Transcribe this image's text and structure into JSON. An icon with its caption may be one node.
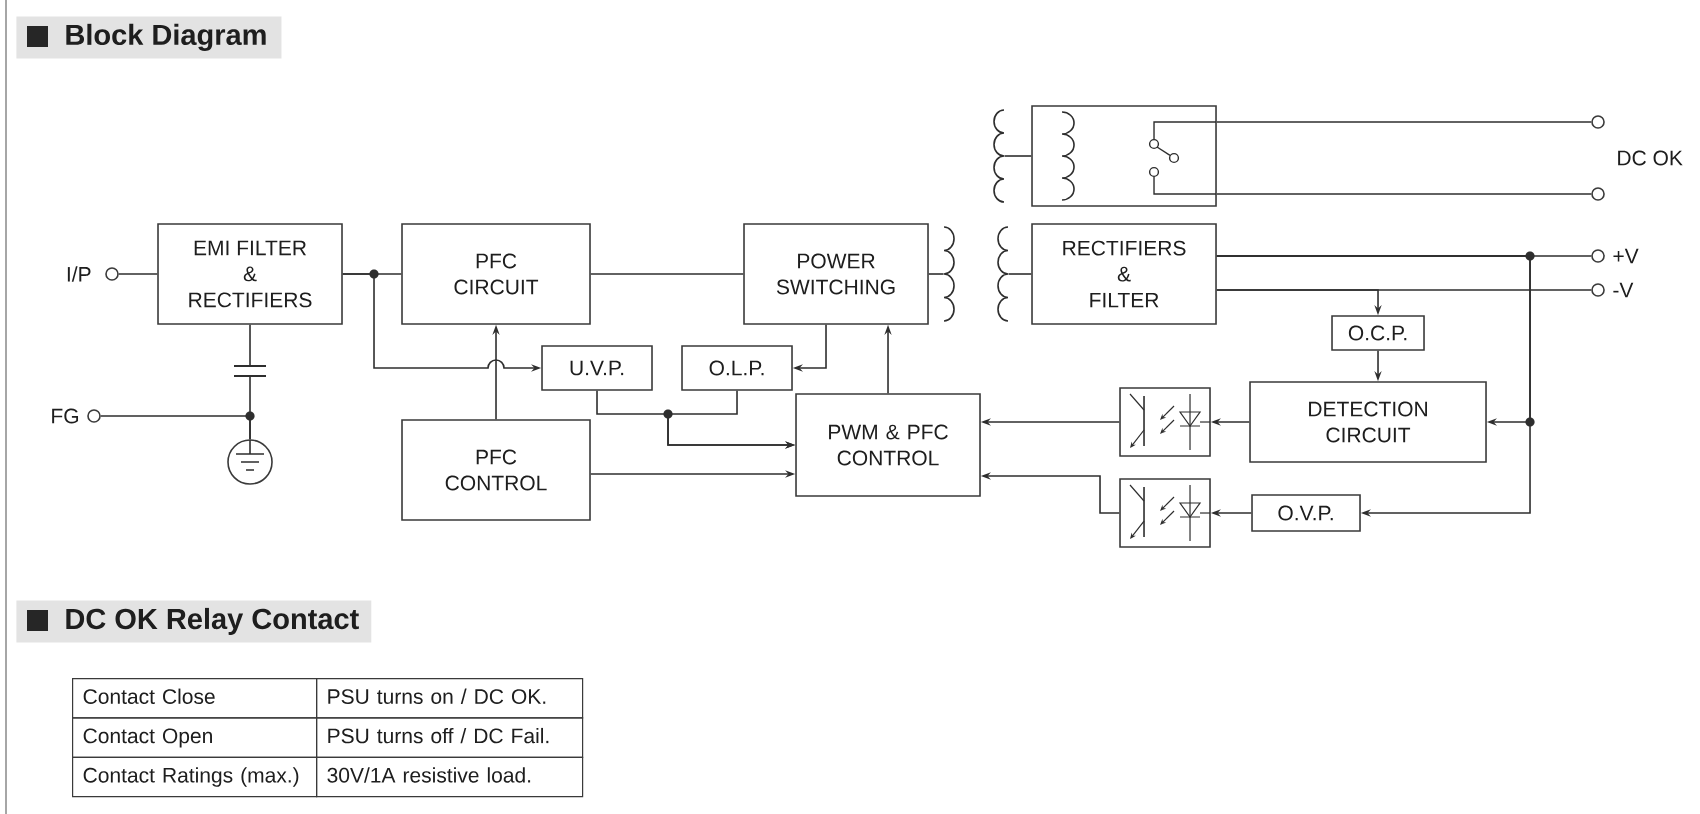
{
  "diagram": {
    "title": "Block Diagram",
    "nodes": [
      {
        "text": [],
        "shape": "circle",
        "beside": [
          "I/P"
        ]
      },
      {
        "text": [
          "EMI FILTER & RECTIFIERS"
        ]
      },
      {
        "text": [
          "PFC CIRCUIT"
        ]
      },
      {
        "text": [
          "POWER SWITCHING"
        ]
      },
      {
        "text": [],
        "shape": "picture"
      },
      {
        "text": [],
        "shape": "picture"
      },
      {
        "text": [],
        "shape": "box"
      },
      {
        "text": [],
        "shape": "circle"
      },
      {
        "text": [],
        "shape": "circle"
      },
      {
        "text": [
          "RECTIFIERS & FILTER"
        ]
      },
      {
        "text": [],
        "shape": "circle",
        "beside": [
          "+V"
        ]
      },
      {
        "text": [],
        "shape": "circle",
        "beside": [
          "-V"
        ]
      },
      {
        "text": [],
        "shape": "circle",
        "beside": [
          "FG"
        ]
      },
      {
        "text": [],
        "shape": "circle"
      },
      {
        "text": [
          "U.V.P."
        ]
      },
      {
        "text": [
          "O.L.P."
        ]
      },
      {
        "text": [
          "O.C.P."
        ]
      },
      {
        "text": [
          "PFC CONTROL"
        ]
      },
      {
        "text": [
          "PWM & PFC CONTROL"
        ]
      },
      {
        "text": [
          "DETECTION CIRCUIT"
        ]
      },
      {
        "text": [],
        "shape": "box"
      },
      {
        "text": [
          "O.V.P."
        ]
      },
      {
        "text": [],
        "shape": "box"
      },
      {
        "text": [],
        "shape": "picture"
      }
    ],
    "edges": [
      {
        "from": 0,
        "to": 1,
        "arrow": "none"
      },
      {
        "from": 1,
        "to": 2,
        "arrow": "none"
      },
      {
        "from": 1,
        "to": 14,
        "arrow": "to"
      },
      {
        "from": 1,
        "to": 23,
        "arrow": "none"
      },
      {
        "from": 12,
        "to": 13,
        "arrow": "none"
      },
      {
        "from": 17,
        "to": 2,
        "arrow": "to"
      },
      {
        "from": 2,
        "to": 3,
        "arrow": "none"
      },
      {
        "from": 3,
        "to": 4,
        "arrow": "none"
      },
      {
        "from": 4,
        "to": 9,
        "arrow": "none"
      },
      {
        "from": 5,
        "to": 6,
        "arrow": "none"
      },
      {
        "from": 6,
        "to": 7,
        "arrow": "none"
      },
      {
        "from": 6,
        "to": 8,
        "arrow": "none"
      },
      {
        "from": 9,
        "to": 10,
        "arrow": "none"
      },
      {
        "from": 9,
        "to": 11,
        "arrow": "none"
      },
      {
        "from": 9,
        "to": 19,
        "arrow": "to"
      },
      {
        "from": 9,
        "to": 21,
        "arrow": "to"
      },
      {
        "from": 9,
        "to": 16,
        "arrow": "to"
      },
      {
        "from": 16,
        "to": 19,
        "arrow": "to"
      },
      {
        "from": 19,
        "to": 20,
        "arrow": "to"
      },
      {
        "from": 20,
        "to": 18,
        "arrow": "to"
      },
      {
        "from": 21,
        "to": 22,
        "arrow": "to"
      },
      {
        "from": 22,
        "to": 18,
        "arrow": "to"
      },
      {
        "from": 3,
        "to": 15,
        "arrow": "to"
      },
      {
        "from": 18,
        "to": 3,
        "arrow": "to"
      },
      {
        "from": 14,
        "to": 18,
        "arrow": "to"
      },
      {
        "from": 15,
        "to": 18,
        "arrow": "to"
      },
      {
        "from": 17,
        "to": 18,
        "arrow": "to"
      },
      {
        "from": 23,
        "to": 13,
        "arrow": "none"
      }
    ],
    "labels": [
      "DC OK",
      "DC OK Relay Contact",
      "Contact Close",
      "PSU turns on / DC OK.",
      "Contact Open",
      "PSU turns off / DC Fail.",
      "Contact Ratings (max.)",
      "30V/1A resistive load."
    ]
  }
}
